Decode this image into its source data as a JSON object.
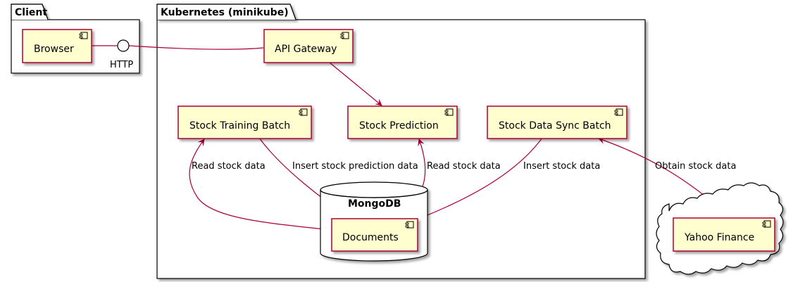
{
  "packages": {
    "client": "Client",
    "kubernetes": "Kubernetes (minikube)"
  },
  "interface": {
    "http": "HTTP"
  },
  "components": {
    "browser": "Browser",
    "api_gateway": "API Gateway",
    "stock_training_batch": "Stock Training Batch",
    "stock_prediction": "Stock Prediction",
    "stock_data_sync_batch": "Stock Data Sync Batch",
    "documents": "Documents",
    "yahoo_finance": "Yahoo Finance"
  },
  "database": {
    "name": "MongoDB"
  },
  "edge_labels": {
    "training_read": "Read stock data",
    "training_insert": "Insert stock prediction data",
    "prediction_read": "Read stock data",
    "sync_insert": "Insert stock data",
    "yahoo_obtain": "Obtain stock data"
  },
  "colors": {
    "component_fill": "#FEFECE",
    "component_border": "#A80036",
    "arrow": "#A80036",
    "package_border": "#000000"
  }
}
